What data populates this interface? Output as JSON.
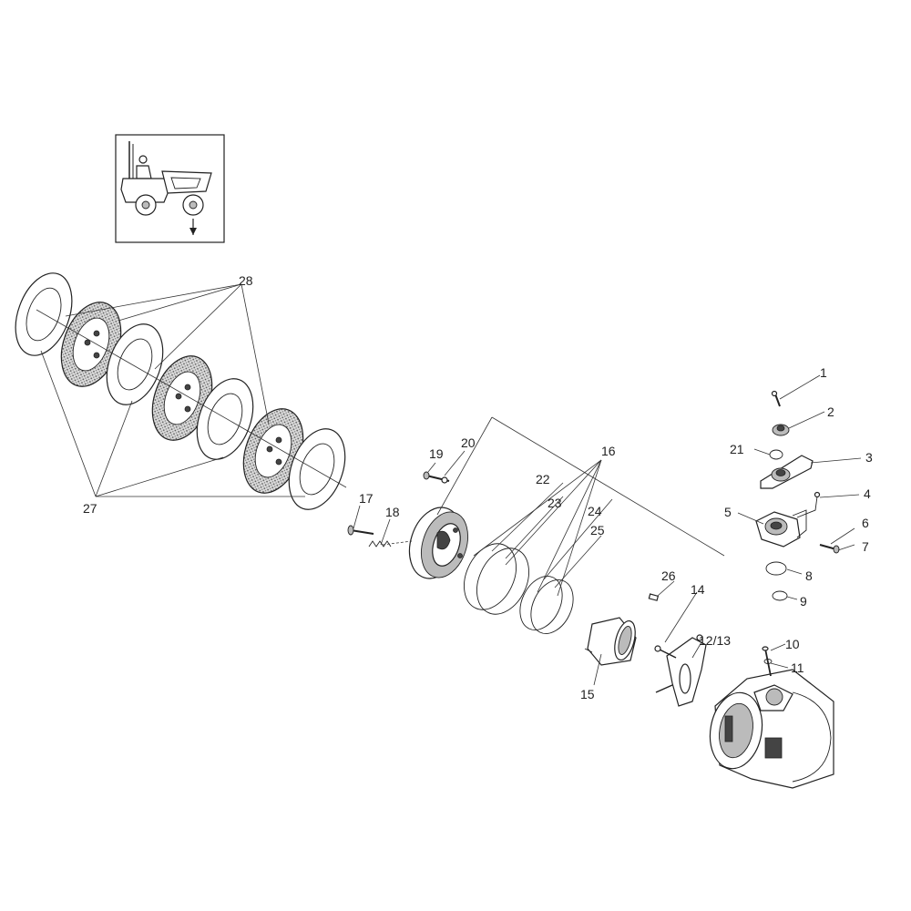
{
  "diagram": {
    "thumbnail": {
      "icon": "dumper-vehicle-icon"
    },
    "callouts": {
      "c1": "1",
      "c2": "2",
      "c3": "3",
      "c4": "4",
      "c5": "5",
      "c6": "6",
      "c7": "7",
      "c8": "8",
      "c9": "9",
      "c10": "10",
      "c11": "11",
      "c12_13": "12/13",
      "c14": "14",
      "c15": "15",
      "c16": "16",
      "c17": "17",
      "c18": "18",
      "c19": "19",
      "c20": "20",
      "c21": "21",
      "c22": "22",
      "c23": "23",
      "c24": "24",
      "c25": "25",
      "c26": "26",
      "c27": "27",
      "c28": "28"
    }
  }
}
